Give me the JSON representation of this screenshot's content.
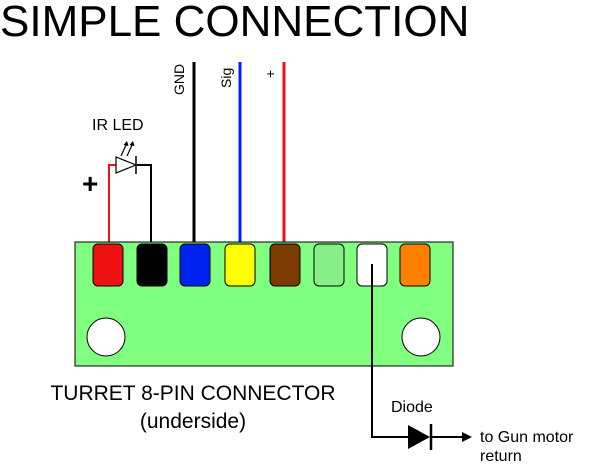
{
  "title": "SIMPLE CONNECTION",
  "wires": {
    "gnd_label": "GND",
    "sig_label": "Sig",
    "plus_label": "+"
  },
  "led": {
    "label": "IR LED",
    "polarity": "+"
  },
  "connector": {
    "label_line1": "TURRET 8-PIN CONNECTOR",
    "label_line2": "(underside)",
    "board_color": "#80ff80",
    "pins": [
      {
        "color": "#ee1111",
        "name": "red"
      },
      {
        "color": "#000000",
        "name": "black"
      },
      {
        "color": "#0022ee",
        "name": "blue"
      },
      {
        "color": "#ffff00",
        "name": "yellow"
      },
      {
        "color": "#7a3a00",
        "name": "brown"
      },
      {
        "color": "#88ee88",
        "name": "green"
      },
      {
        "color": "#ffffff",
        "name": "white"
      },
      {
        "color": "#ff8000",
        "name": "orange"
      }
    ]
  },
  "diode": {
    "label": "Diode",
    "dest_line1": "to Gun motor",
    "dest_line2": "return"
  }
}
